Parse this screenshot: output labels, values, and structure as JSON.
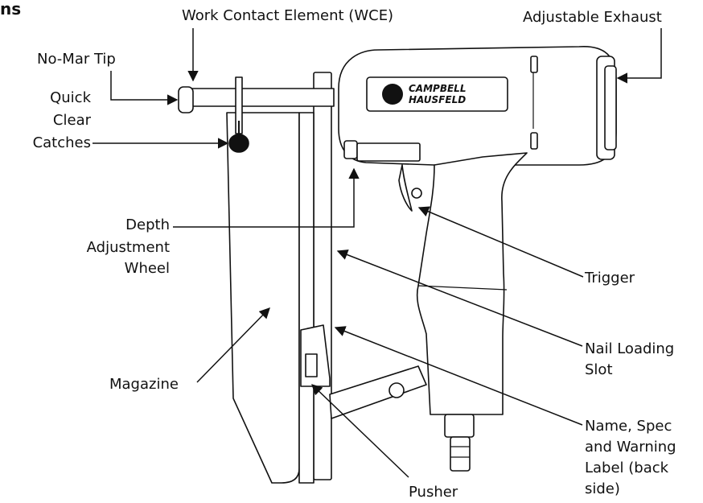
{
  "header": {
    "fragment": "ns"
  },
  "brand": {
    "line1": "CAMPBELL",
    "line2": "HAUSFELD"
  },
  "labels": {
    "wce": "Work Contact Element (WCE)",
    "exhaust": "Adjustable Exhaust",
    "nomar": "No-Mar Tip",
    "catch_1": "Quick",
    "catch_2": "Clear",
    "catch_3": "Catches",
    "depth_1": "Depth",
    "depth_2": "Adjustment",
    "depth_3": "Wheel",
    "trigger": "Trigger",
    "slot_1": "Nail Loading",
    "slot_2": "Slot",
    "magazine": "Magazine",
    "name_1": "Name, Spec",
    "name_2": "and Warning",
    "name_3": "Label (back",
    "name_4": "side)",
    "pusher": "Pusher"
  }
}
